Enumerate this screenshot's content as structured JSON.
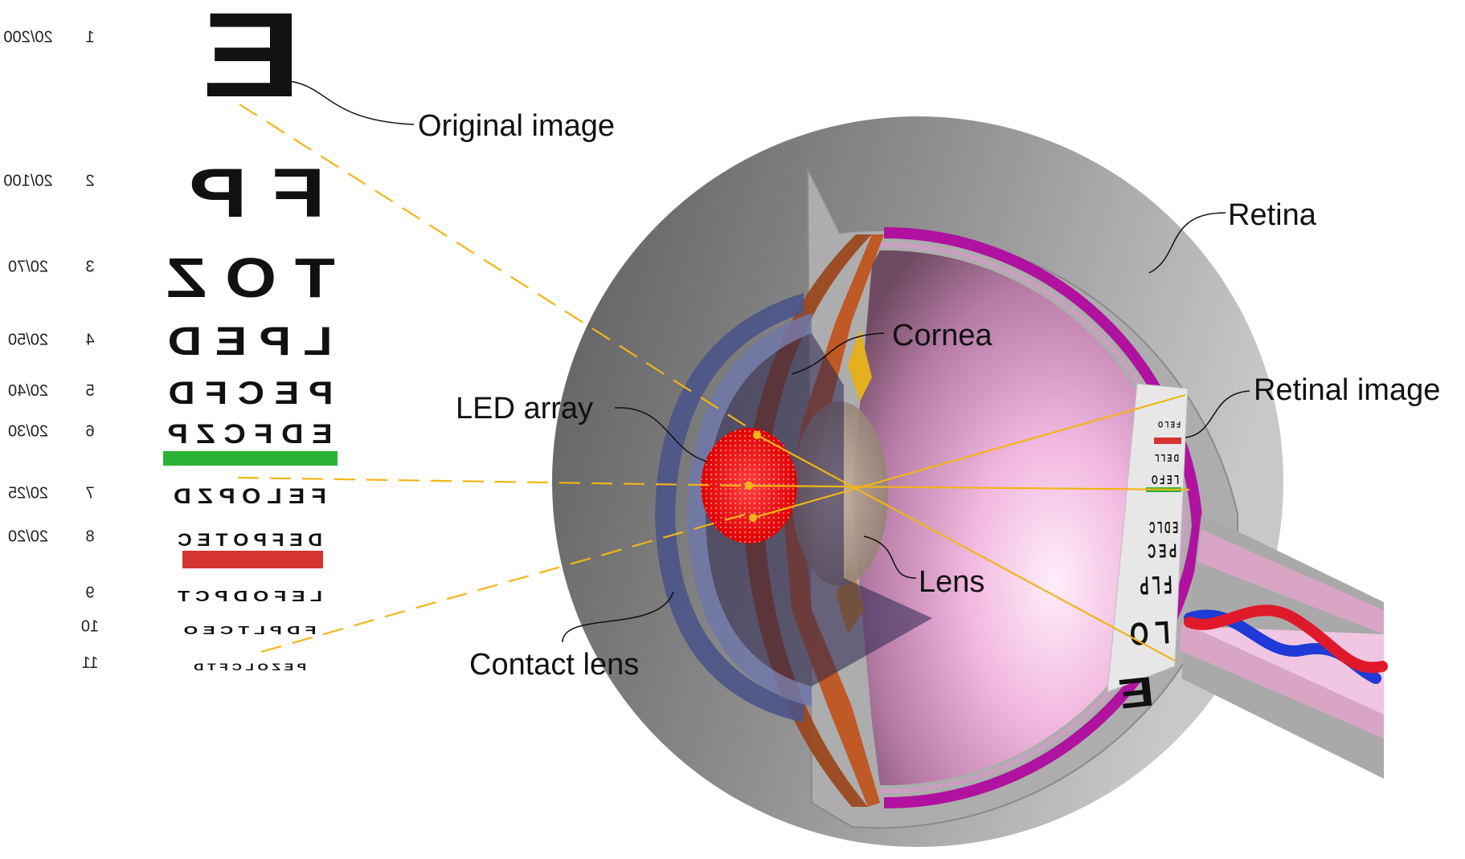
{
  "labels": {
    "original_image": "Original image",
    "retina": "Retina",
    "cornea": "Cornea",
    "retinal_image": "Retinal image",
    "led_array": "LED array",
    "lens": "Lens",
    "contact_lens": "Contact lens"
  },
  "eye_chart": {
    "mirrored": true,
    "rows": [
      {
        "line": "1",
        "acuity": "20/200",
        "letters": "E"
      },
      {
        "line": "2",
        "acuity": "20/100",
        "letters": "F P"
      },
      {
        "line": "3",
        "acuity": "20/70",
        "letters": "T O Z"
      },
      {
        "line": "4",
        "acuity": "20/50",
        "letters": "L P E D"
      },
      {
        "line": "5",
        "acuity": "20/40",
        "letters": "P E C F D"
      },
      {
        "line": "6",
        "acuity": "20/30",
        "letters": "E D F C Z P"
      },
      {
        "line": "7",
        "acuity": "20/25",
        "letters": "F E L O P Z D"
      },
      {
        "line": "8",
        "acuity": "20/20",
        "letters": "D E F P O T E C"
      },
      {
        "line": "9",
        "acuity": "",
        "letters": "L E F O D P C T"
      },
      {
        "line": "10",
        "acuity": "",
        "letters": "F D P L T C E O"
      },
      {
        "line": "11",
        "acuity": "",
        "letters": "P E Z O L C F T D"
      }
    ],
    "green_bar_after_line": "6",
    "red_bar_after_line": "8"
  },
  "retinal_image_rows": [
    "E",
    "L O",
    "F L P",
    "P E C",
    "E D L C",
    "L E F O",
    "D E L L",
    "F E L O"
  ],
  "colors": {
    "retina": "#b0129f",
    "sclera": "#a9a9a9",
    "cornea": "#c0541e",
    "contact_lens": "#4b5488",
    "led_array": "#ff1a1a",
    "light_rays": "#f2b516",
    "vitreous": "#d9a0c6",
    "chart_green": "#2bb336",
    "chart_red": "#d63333",
    "vein": "#1f3ad6",
    "artery": "#e0192a",
    "optic_nerve": "#d8a6c4"
  }
}
